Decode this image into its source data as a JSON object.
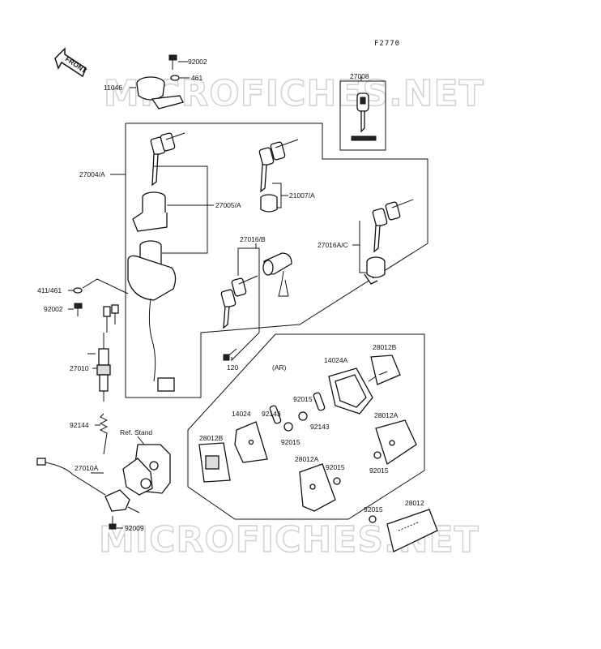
{
  "figure_code": "F2770",
  "front_label": "FRONT",
  "watermark": "MICROFICHES.NET",
  "labels": {
    "p92002_top": "92002",
    "p461": "461",
    "p11046": "11046",
    "p27008": "27008",
    "p27004A": "27004/A",
    "p27005A": "27005/A",
    "p21007A": "21007/A",
    "p27016B": "27016/B",
    "p27016AC": "27016A/C",
    "p411_461": "411/461",
    "p92002_left": "92002",
    "p120": "120",
    "p27010": "27010",
    "pAR": "(AR)",
    "p14024A": "14024A",
    "p28012B_top": "28012B",
    "p92015_a": "92015",
    "p14024": "14024",
    "p92143_a": "92143",
    "p92143_b": "92143",
    "p28012A_right": "28012A",
    "p92015_b": "92015",
    "p92144": "92144",
    "ref_stand": "Ref. Stand",
    "p28012B_left": "28012B",
    "p92015_c": "92015",
    "p28012A_mid": "28012A",
    "p92015_d": "92015",
    "p27010A": "27010A",
    "p92015_e": "92015",
    "p28012": "28012",
    "p92009": "92009"
  }
}
